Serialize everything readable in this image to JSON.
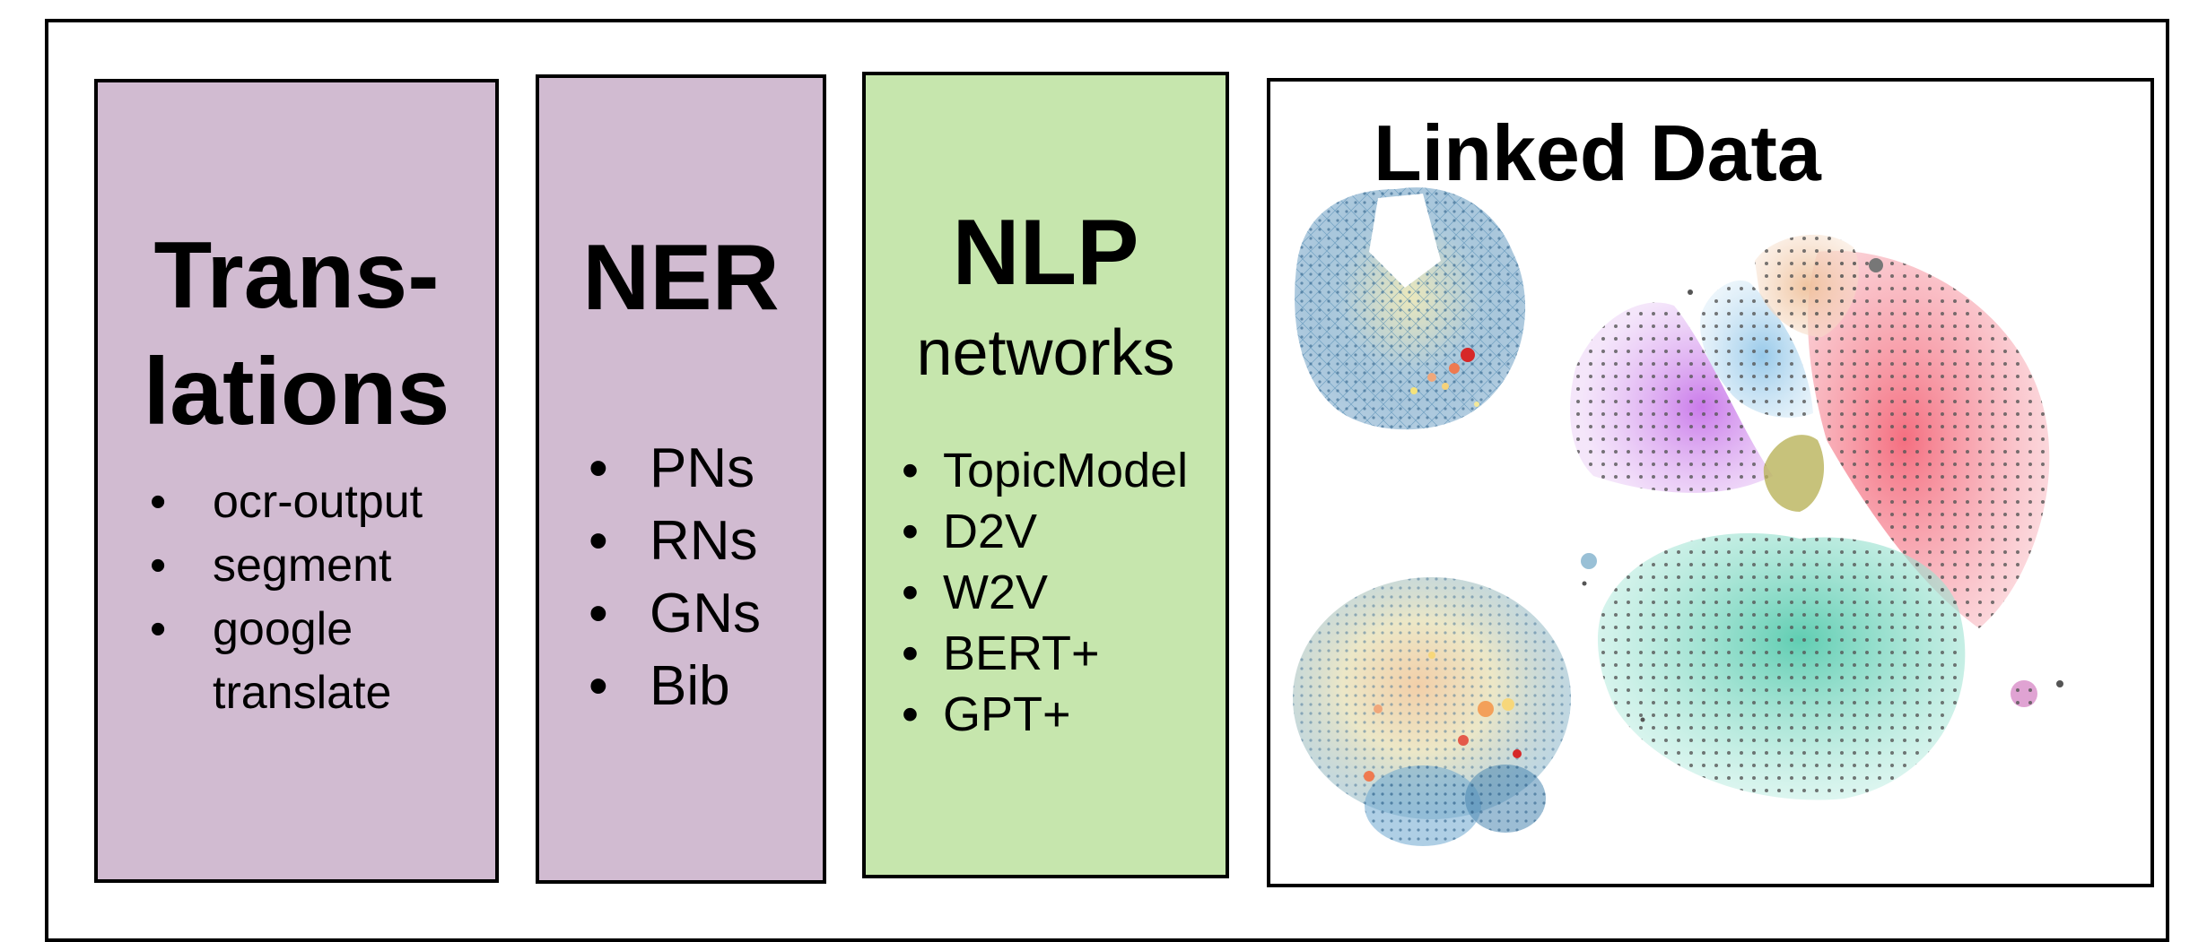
{
  "colors": {
    "purple_box": "#d1bbd1",
    "green_box": "#c6e6ad",
    "border": "#000000",
    "net_blue": "#4a86b0",
    "net_red": "#f26073",
    "net_teal": "#5ccdb0",
    "net_violet": "#c874ec",
    "net_orange": "#f1c9a4",
    "net_olive": "#b9b35a",
    "node_dot": "#555555"
  },
  "translations": {
    "title_line1": "Trans-",
    "title_line2": "lations",
    "items": [
      "ocr-output",
      "segment",
      "google",
      "translate"
    ]
  },
  "ner": {
    "title": "NER",
    "items": [
      "PNs",
      "RNs",
      "GNs",
      "Bib"
    ]
  },
  "nlp": {
    "title": "NLP",
    "subtitle": "networks",
    "items": [
      "TopicModel",
      "D2V",
      "W2V",
      "BERT+",
      "GPT+"
    ]
  },
  "linked_data": {
    "title": "Linked Data",
    "images": [
      "network-graph-small-top",
      "network-graph-small-bottom",
      "network-graph-large-clustered"
    ]
  }
}
